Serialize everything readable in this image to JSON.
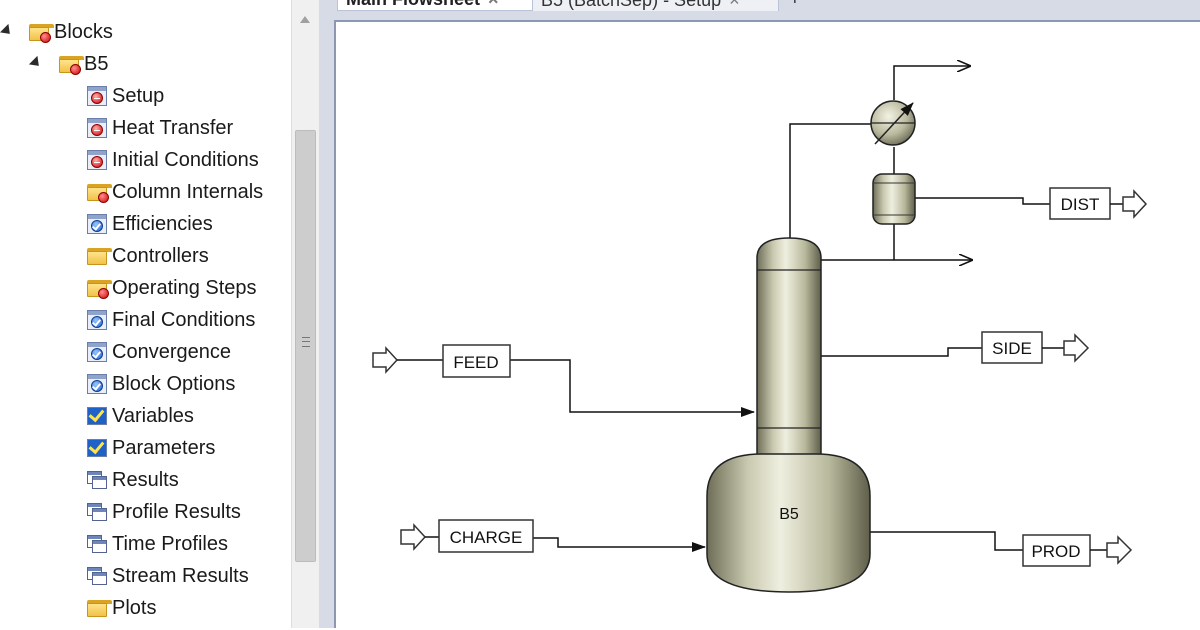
{
  "tabs": [
    {
      "label": "Main Flowsheet",
      "close": "×"
    },
    {
      "label": "B5 (BatchSep) - Setup",
      "close": "×"
    }
  ],
  "tab_add": "+",
  "tree": {
    "blocks": "Blocks",
    "b5": "B5",
    "items": [
      {
        "label": "Setup",
        "icon": "form-red-icon"
      },
      {
        "label": "Heat Transfer",
        "icon": "form-red-icon"
      },
      {
        "label": "Initial Conditions",
        "icon": "form-red-icon"
      },
      {
        "label": "Column Internals",
        "icon": "folder-red-icon"
      },
      {
        "label": "Efficiencies",
        "icon": "form-check-icon"
      },
      {
        "label": "Controllers",
        "icon": "folder-icon"
      },
      {
        "label": "Operating Steps",
        "icon": "folder-red-icon"
      },
      {
        "label": "Final Conditions",
        "icon": "form-check-icon"
      },
      {
        "label": "Convergence",
        "icon": "form-check-icon"
      },
      {
        "label": "Block Options",
        "icon": "form-check-icon"
      },
      {
        "label": "Variables",
        "icon": "checkbox-icon"
      },
      {
        "label": "Parameters",
        "icon": "checkbox-icon"
      },
      {
        "label": "Results",
        "icon": "results-icon"
      },
      {
        "label": "Profile Results",
        "icon": "results-icon"
      },
      {
        "label": "Time Profiles",
        "icon": "results-icon"
      },
      {
        "label": "Stream Results",
        "icon": "results-icon"
      },
      {
        "label": "Plots",
        "icon": "folder-icon"
      }
    ]
  },
  "flowsheet": {
    "block": "B5",
    "streams": {
      "feed": "FEED",
      "charge": "CHARGE",
      "dist": "DIST",
      "side": "SIDE",
      "prod": "PROD"
    }
  }
}
